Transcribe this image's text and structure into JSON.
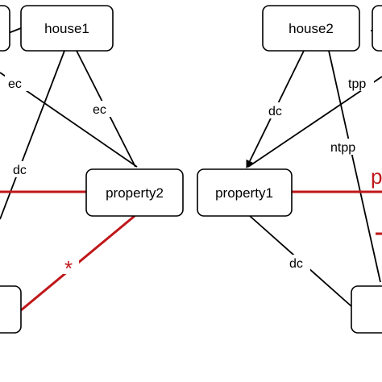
{
  "nodes": {
    "house1": "house1",
    "house2": "house2",
    "property1": "property1",
    "property2": "property2"
  },
  "edge_labels": {
    "ec_left": "ec",
    "ec_house1": "ec",
    "dc_left": "dc",
    "tpp": "tpp",
    "dc_house2": "dc",
    "ntpp": "ntpp",
    "dc_property1": "dc",
    "star": "*",
    "p_partial": "p"
  },
  "colors": {
    "relation_black": "#000000",
    "relation_red": "#c0171a"
  }
}
